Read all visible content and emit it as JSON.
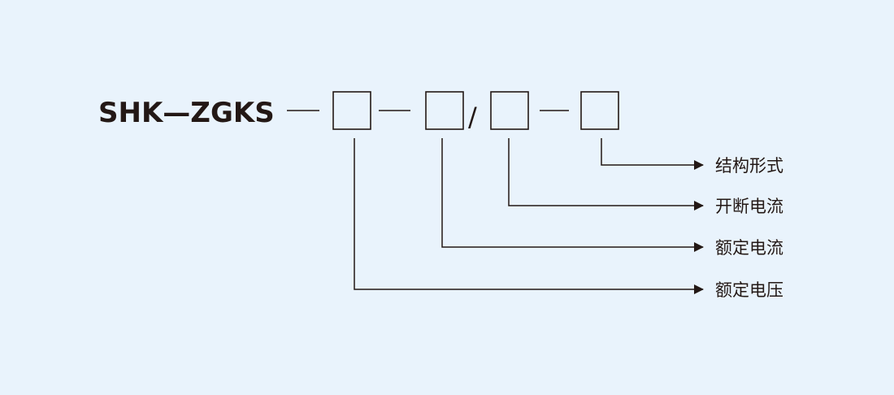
{
  "model_prefix": "SHK—ZGKS",
  "separator_slash": "/",
  "labels": {
    "structure_form": "结构形式",
    "breaking_current": "开断电流",
    "rated_current": "额定电流",
    "rated_voltage": "额定电压"
  },
  "colors": {
    "background": "#e9f3fc",
    "ink": "#231815"
  }
}
